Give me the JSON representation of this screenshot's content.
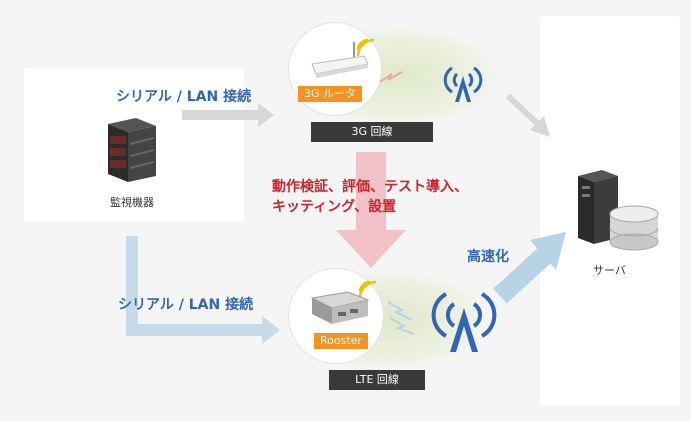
{
  "left_box": {
    "device_label": "監視機器",
    "top_connection_label": "シリアル / LAN 接続",
    "bottom_connection_label": "シリアル / LAN 接続"
  },
  "top_router": {
    "tag": "3G ルータ",
    "line_label": "3G 回線"
  },
  "bottom_router": {
    "tag": "Rooster",
    "line_label": "LTE 回線"
  },
  "center_text": {
    "line1": "動作検証、評価、テスト導入、",
    "line2": "キッティング、設置"
  },
  "speedup_label": "高速化",
  "server": {
    "label": "サーバ"
  },
  "colors": {
    "blue_text": "#2f66b8",
    "red_text": "#d2232a",
    "orange_tag": "#f7931e",
    "antenna_blue": "#2f66b8"
  }
}
